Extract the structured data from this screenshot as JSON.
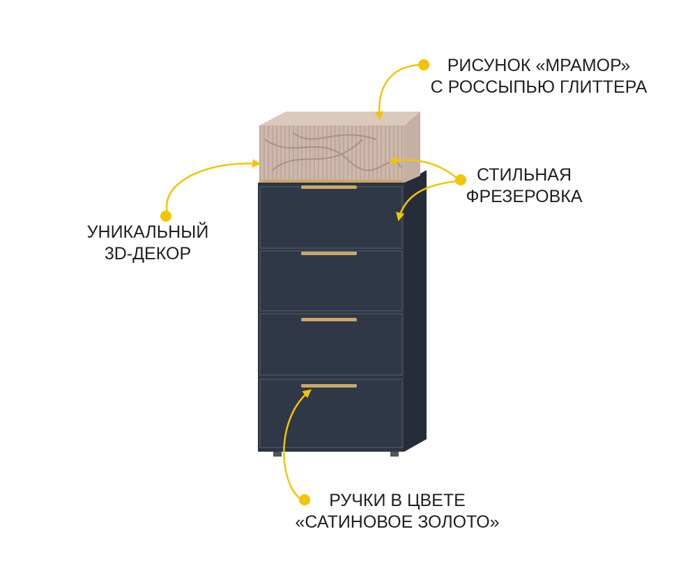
{
  "colors": {
    "accent": "#f5c400",
    "body": "#2b3340",
    "top": "#cdb7aa",
    "handle": "#c9a86a"
  },
  "callouts": [
    {
      "line1": "РИСУНОК «МРАМОР»",
      "line2": "С РОССЫПЬЮ ГЛИТТЕРА"
    },
    {
      "line1": "СТИЛЬНАЯ",
      "line2": "ФРЕЗЕРОВКА"
    },
    {
      "line1": "УНИКАЛЬНЫЙ",
      "line2": "3D-ДЕКОР"
    },
    {
      "line1": "РУЧКИ В ЦВЕТЕ",
      "line2": "«САТИНОВОЕ ЗОЛОТО»"
    }
  ]
}
